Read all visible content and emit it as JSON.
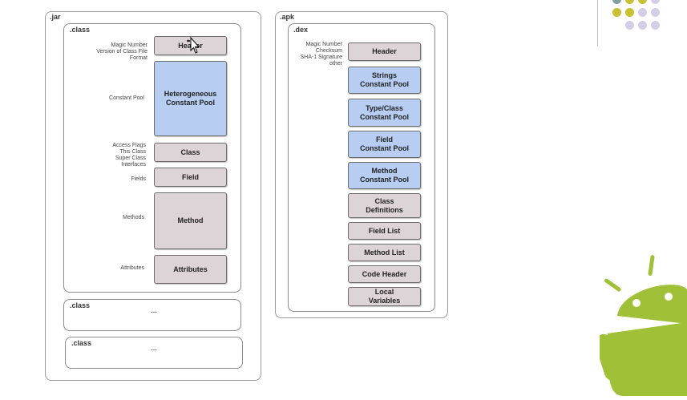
{
  "jar": {
    "title": ".jar",
    "class_title": ".class",
    "labels": {
      "header": [
        "Magic Number",
        "Version of Class File Format"
      ],
      "constant_pool": [
        "Constant Pool"
      ],
      "class": [
        "Access Flags",
        "This Class",
        "Super Class",
        "Interfaces"
      ],
      "fields": [
        "Fields"
      ],
      "methods": [
        "Methods"
      ],
      "attributes": [
        "Attributes"
      ]
    },
    "boxes": {
      "header": "Header",
      "constant_pool": "Heterogeneous\nConstant Pool",
      "class": "Class",
      "field": "Field",
      "method": "Method",
      "attributes": "Attributes"
    },
    "extra_classes": [
      {
        "title": ".class",
        "body": "..."
      },
      {
        "title": ".class",
        "body": "..."
      }
    ]
  },
  "apk": {
    "title": ".apk",
    "dex_title": ".dex",
    "header_labels": [
      "Magic Number",
      "Checksum",
      "SHA-1 Signature",
      "other"
    ],
    "boxes": [
      {
        "label": "Header",
        "color": "grey"
      },
      {
        "label": "Strings\nConstant Pool",
        "color": "blue"
      },
      {
        "label": "Type/Class\nConstant Pool",
        "color": "blue"
      },
      {
        "label": "Field\nConstant Pool",
        "color": "blue"
      },
      {
        "label": "Method\nConstant Pool",
        "color": "blue"
      },
      {
        "label": "Class\nDefinitions",
        "color": "grey"
      },
      {
        "label": "Field List",
        "color": "grey"
      },
      {
        "label": "Method List",
        "color": "grey"
      },
      {
        "label": "Code Header",
        "color": "grey"
      },
      {
        "label": "Local\nVariables",
        "color": "grey"
      }
    ]
  },
  "colors": {
    "grey_box": "#ddd4d8",
    "blue_box": "#b7cdf2",
    "android_green": "#9fc037",
    "dot_olive": "#c8c030",
    "dot_lilac": "#d4cde6",
    "dot_teal": "#7f9fa0"
  },
  "icons": {
    "cursor": "move-cursor-icon",
    "mascot": "android-robot-icon"
  }
}
